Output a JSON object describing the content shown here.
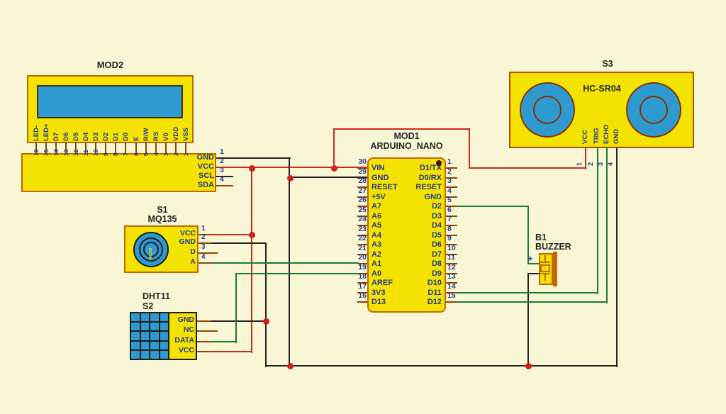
{
  "colors": {
    "background": "#F9F6D5",
    "component_fill": "#F4E300",
    "component_border": "#BE6A00",
    "dark_border": "#1C1C1C",
    "screen_blue": "#2F9AD0",
    "wire_red": "#C72B20",
    "wire_green": "#1E7A34",
    "wire_black": "#262420",
    "stub_brown": "#8C4600",
    "label_navy": "#243A8F",
    "label_black": "#262626",
    "junction_red": "#CC1F1F",
    "chip_text_yellow": "#F0E000"
  },
  "lcd_module": {
    "name": "MOD2",
    "pins": [
      {
        "num": "16",
        "label": "LED-"
      },
      {
        "num": "15",
        "label": "LED+"
      },
      {
        "num": "14",
        "label": "D7"
      },
      {
        "num": "13",
        "label": "D6"
      },
      {
        "num": "12",
        "label": "D5"
      },
      {
        "num": "11",
        "label": "D4"
      },
      {
        "num": "10",
        "label": "D3"
      },
      {
        "num": "9",
        "label": "D2"
      },
      {
        "num": "8",
        "label": "D1"
      },
      {
        "num": "7",
        "label": "D0"
      },
      {
        "num": "6",
        "label": "E"
      },
      {
        "num": "5",
        "label": "R/W"
      },
      {
        "num": "4",
        "label": "RS"
      },
      {
        "num": "3",
        "label": "V0"
      },
      {
        "num": "2",
        "label": "VDD"
      },
      {
        "num": "1",
        "label": "VSS"
      }
    ]
  },
  "i2c_backpack": {
    "pins": [
      {
        "num": "1",
        "label": "GND"
      },
      {
        "num": "2",
        "label": "VCC"
      },
      {
        "num": "3",
        "label": "SCL"
      },
      {
        "num": "4",
        "label": "SDA"
      }
    ]
  },
  "arduino": {
    "ref": "MOD1",
    "name": "ARDUINO_NANO",
    "left_pins": [
      {
        "num": "30",
        "label": "VIN"
      },
      {
        "num": "29",
        "label": "GND"
      },
      {
        "num": "28",
        "label": "RESET"
      },
      {
        "num": "27",
        "label": "+5V"
      },
      {
        "num": "26",
        "label": "A7"
      },
      {
        "num": "25",
        "label": "A6"
      },
      {
        "num": "24",
        "label": "A5"
      },
      {
        "num": "23",
        "label": "A4"
      },
      {
        "num": "22",
        "label": "A3"
      },
      {
        "num": "21",
        "label": "A2"
      },
      {
        "num": "20",
        "label": "A1"
      },
      {
        "num": "19",
        "label": "A0"
      },
      {
        "num": "18",
        "label": "AREF"
      },
      {
        "num": "17",
        "label": "3V3"
      },
      {
        "num": "16",
        "label": "D13"
      }
    ],
    "right_pins": [
      {
        "num": "1",
        "label": "D1/TX"
      },
      {
        "num": "2",
        "label": "D0/RX"
      },
      {
        "num": "3",
        "label": "RESET"
      },
      {
        "num": "4",
        "label": "GND"
      },
      {
        "num": "5",
        "label": "D2"
      },
      {
        "num": "6",
        "label": "D3"
      },
      {
        "num": "7",
        "label": "D4"
      },
      {
        "num": "8",
        "label": "D5"
      },
      {
        "num": "9",
        "label": "D6"
      },
      {
        "num": "10",
        "label": "D7"
      },
      {
        "num": "11",
        "label": "D8"
      },
      {
        "num": "12",
        "label": "D9"
      },
      {
        "num": "13",
        "label": "D10"
      },
      {
        "num": "14",
        "label": "D11"
      },
      {
        "num": "15",
        "label": "D12"
      }
    ]
  },
  "gas_sensor": {
    "ref": "S1",
    "name": "MQ135",
    "chip_text": "MQ135",
    "pins": [
      {
        "num": "1",
        "label": "VCC"
      },
      {
        "num": "2",
        "label": "GND"
      },
      {
        "num": "3",
        "label": "D"
      },
      {
        "num": "4",
        "label": "A"
      }
    ]
  },
  "dht_sensor": {
    "name": "DHT11",
    "ref": "S2",
    "pins": [
      {
        "label": "GND"
      },
      {
        "label": "NC"
      },
      {
        "label": "DATA"
      },
      {
        "label": "VCC"
      }
    ]
  },
  "ultrasonic": {
    "ref": "S3",
    "name": "HC-SR04",
    "pins": [
      {
        "num": "1",
        "label": "VCC"
      },
      {
        "num": "2",
        "label": "TRIG"
      },
      {
        "num": "3",
        "label": "ECHO"
      },
      {
        "num": "4",
        "label": "GND"
      }
    ]
  },
  "buzzer": {
    "ref": "B1",
    "name": "BUZZER",
    "polarity": "+"
  }
}
